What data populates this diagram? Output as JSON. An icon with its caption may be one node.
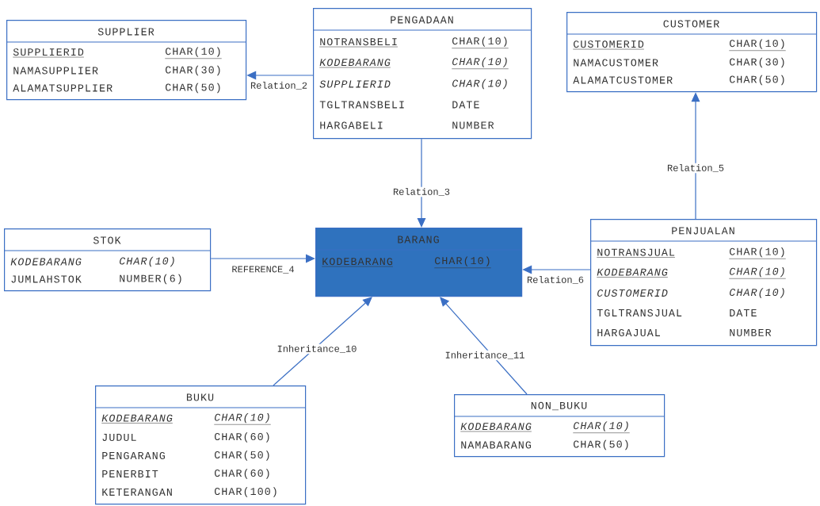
{
  "diagram": {
    "nodes": [
      {
        "text": [
          "SUPPLIER",
          "SUPPLIERID",
          "CHAR(10)",
          "NAMASUPPLIER",
          "CHAR(30)",
          "ALAMATSUPPLIER",
          "CHAR(50)"
        ]
      },
      {
        "text": [
          "PENGADAAN",
          "NOTRANSBELI",
          "CHAR(10)",
          "KODEBARANG",
          "CHAR(10)",
          "SUPPLIERID",
          "CHAR(10)",
          "TGLTRANSBELI",
          "DATE",
          "HARGABELI",
          "NUMBER"
        ]
      },
      {
        "text": [
          "CUSTOMER",
          "CUSTOMERID",
          "CHAR(10)",
          "NAMACUSTOMER",
          "CHAR(30)",
          "ALAMATCUSTOMER",
          "CHAR(50)"
        ]
      },
      {
        "text": [
          "STOK",
          "KODEBARANG",
          "CHAR(10)",
          "JUMLAHSTOK",
          "NUMBER(6)"
        ]
      },
      {
        "text": [
          "BARANG",
          "KODEBARANG",
          "CHAR(10)"
        ]
      },
      {
        "text": [
          "PENJUALAN",
          "NOTRANSJUAL",
          "CHAR(10)",
          "KODEBARANG",
          "CHAR(10)",
          "CUSTOMERID",
          "CHAR(10)",
          "TGLTRANSJUAL",
          "DATE",
          "HARGAJUAL",
          "NUMBER"
        ]
      },
      {
        "text": [
          "BUKU",
          "KODEBARANG",
          "CHAR(10)",
          "JUDUL",
          "CHAR(60)",
          "PENGARANG",
          "CHAR(50)",
          "PENERBIT",
          "CHAR(60)",
          "KETERANGAN",
          "CHAR(100)"
        ]
      },
      {
        "text": [
          "NON_BUKU",
          "KODEBARANG",
          "CHAR(10)",
          "NAMABARANG",
          "CHAR(50)"
        ]
      }
    ],
    "edges": [
      {
        "from": 1,
        "to": 0,
        "arrow": "to",
        "label": "Relation_2"
      },
      {
        "from": 1,
        "to": 4,
        "arrow": "to",
        "label": "Relation_3"
      },
      {
        "from": 5,
        "to": 2,
        "arrow": "to",
        "label": "Relation_5"
      },
      {
        "from": 5,
        "to": 4,
        "arrow": "to",
        "label": "Relation_6"
      },
      {
        "from": 3,
        "to": 4,
        "arrow": "to",
        "label": "REFERENCE_4"
      },
      {
        "from": 6,
        "to": 4,
        "arrow": "to",
        "label": "Inheritance_10"
      },
      {
        "from": 7,
        "to": 4,
        "arrow": "to",
        "label": "Inheritance_11"
      }
    ]
  }
}
